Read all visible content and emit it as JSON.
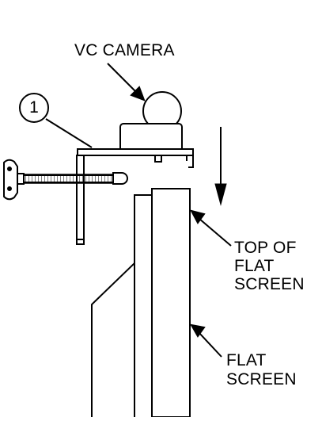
{
  "labels": {
    "camera": "VC CAMERA",
    "callout_number": "1",
    "top_of_screen": [
      "TOP OF",
      "FLAT",
      "SCREEN"
    ],
    "flat_screen": [
      "FLAT",
      "SCREEN"
    ]
  },
  "colors": {
    "stroke": "#000000",
    "background": "#ffffff"
  }
}
